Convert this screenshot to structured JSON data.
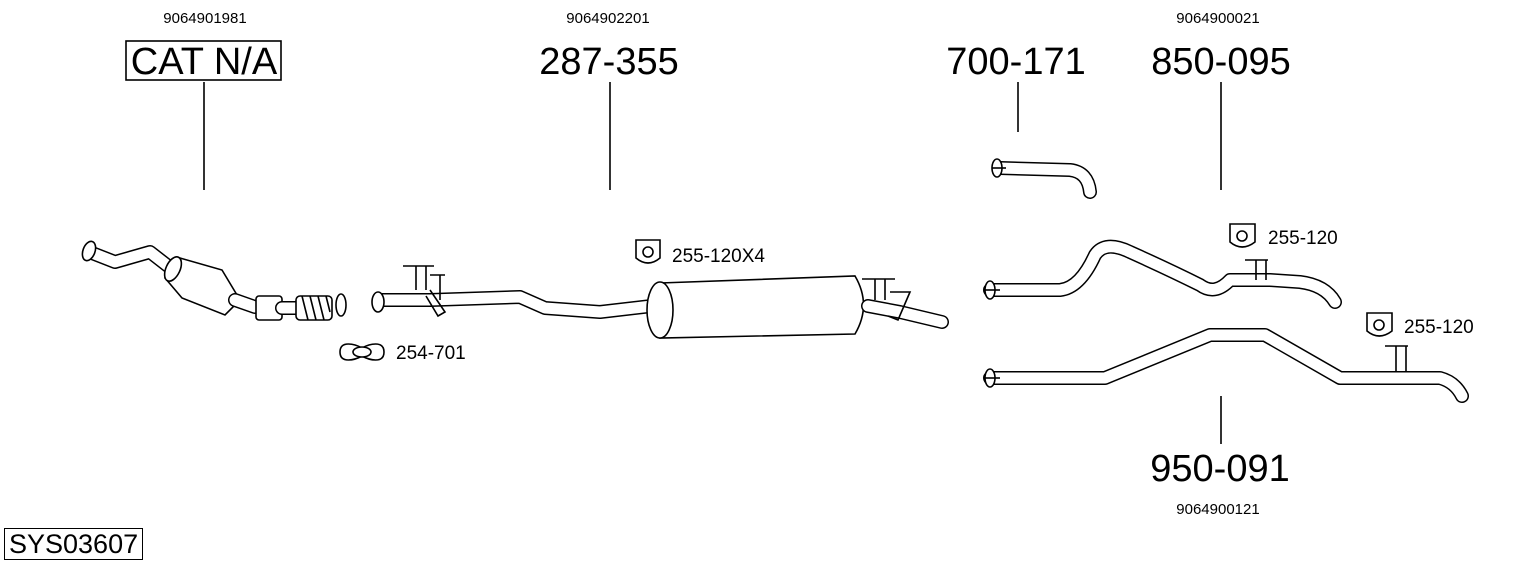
{
  "system_code": "SYS03607",
  "parts": [
    {
      "id": "cat",
      "ref": "9064901981",
      "number": "CAT N/A"
    },
    {
      "id": "mid",
      "ref": "9064902201",
      "number": "287-355"
    },
    {
      "id": "p700",
      "ref": "",
      "number": "700-171"
    },
    {
      "id": "p850",
      "ref": "9064900021",
      "number": "850-095"
    },
    {
      "id": "p950",
      "ref": "9064900121",
      "number": "950-091"
    }
  ],
  "fittings": [
    {
      "id": "clamp",
      "number": "254-701",
      "icon": "clamp-icon"
    },
    {
      "id": "mount1",
      "number": "255-120X4",
      "icon": "rubber-mount-icon"
    },
    {
      "id": "mount2",
      "number": "255-120",
      "icon": "rubber-mount-icon"
    },
    {
      "id": "mount3",
      "number": "255-120",
      "icon": "rubber-mount-icon"
    }
  ]
}
